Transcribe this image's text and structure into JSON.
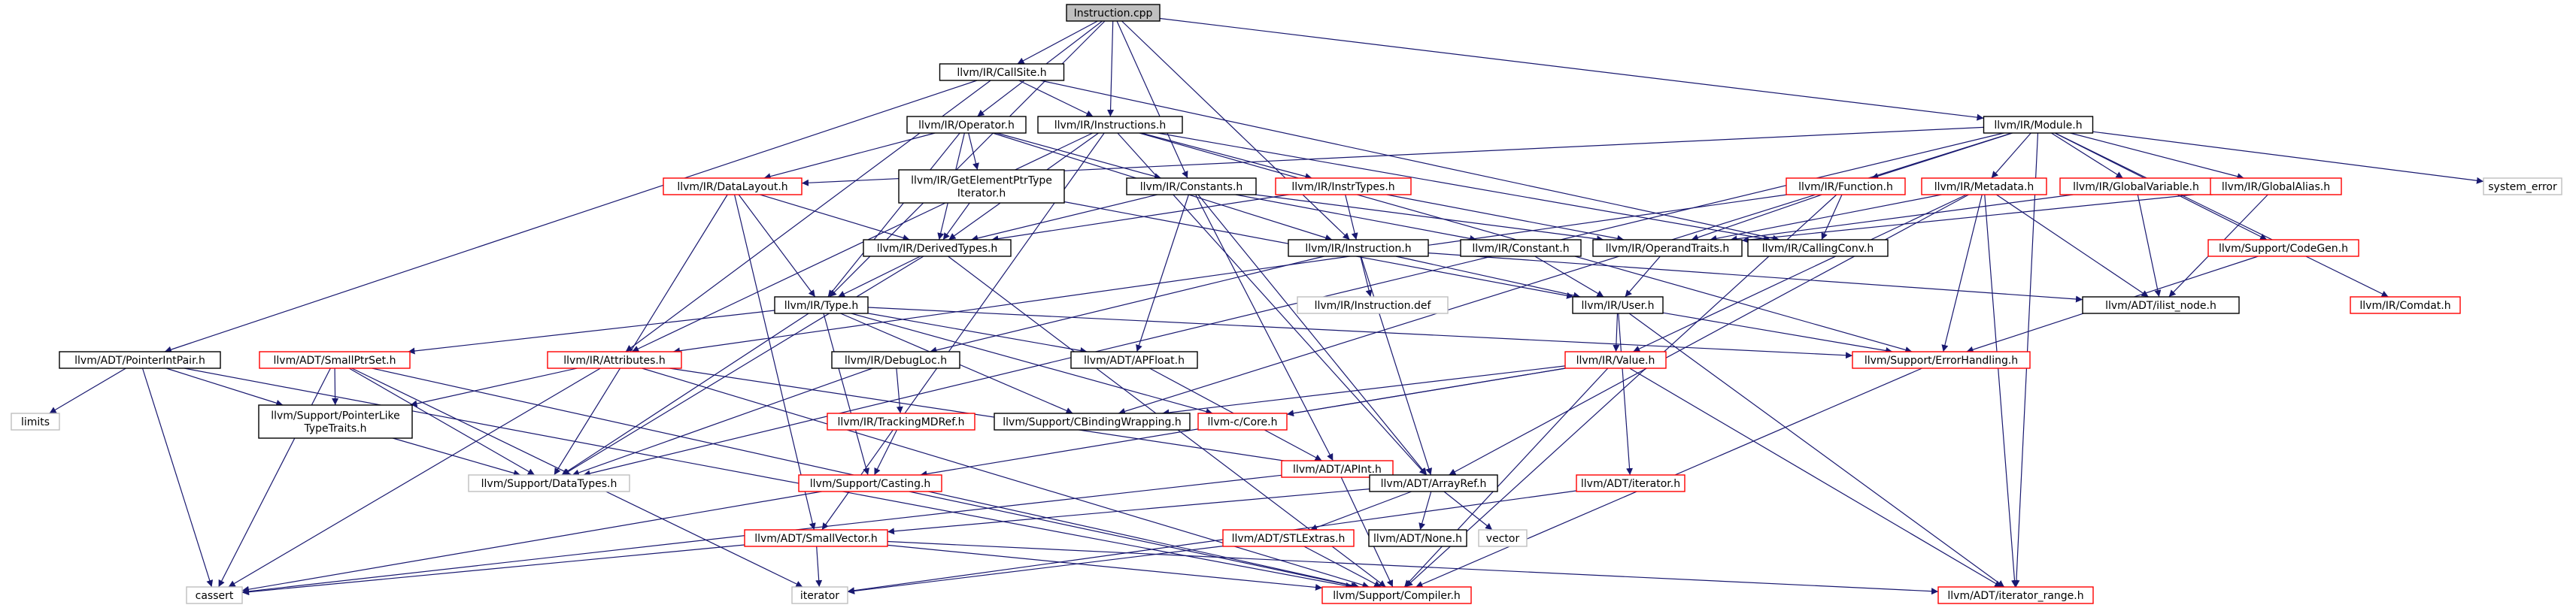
{
  "diagram": {
    "nodes": [
      {
        "id": "instruction_cpp",
        "label": [
          "Instruction.cpp"
        ],
        "style": "root"
      },
      {
        "id": "callsite_h",
        "label": [
          "llvm/IR/CallSite.h"
        ],
        "style": "black"
      },
      {
        "id": "instructions_h",
        "label": [
          "llvm/IR/Instructions.h"
        ],
        "style": "black"
      },
      {
        "id": "module_h",
        "label": [
          "llvm/IR/Module.h"
        ],
        "style": "black"
      },
      {
        "id": "operator_h",
        "label": [
          "llvm/IR/Operator.h"
        ],
        "style": "black"
      },
      {
        "id": "gep_iter_h",
        "label": [
          "llvm/IR/GetElementPtrType",
          "Iterator.h"
        ],
        "style": "black"
      },
      {
        "id": "datalayout_h",
        "label": [
          "llvm/IR/DataLayout.h"
        ],
        "style": "red"
      },
      {
        "id": "constants_h",
        "label": [
          "llvm/IR/Constants.h"
        ],
        "style": "black"
      },
      {
        "id": "instrtypes_h",
        "label": [
          "llvm/IR/InstrTypes.h"
        ],
        "style": "red"
      },
      {
        "id": "function_h",
        "label": [
          "llvm/IR/Function.h"
        ],
        "style": "red"
      },
      {
        "id": "metadata_h",
        "label": [
          "llvm/IR/Metadata.h"
        ],
        "style": "red"
      },
      {
        "id": "globalvariable_h",
        "label": [
          "llvm/IR/GlobalVariable.h"
        ],
        "style": "red"
      },
      {
        "id": "globalalias_h",
        "label": [
          "llvm/IR/GlobalAlias.h"
        ],
        "style": "red"
      },
      {
        "id": "system_error",
        "label": [
          "system_error"
        ],
        "style": "grey"
      },
      {
        "id": "derivedtypes_h",
        "label": [
          "llvm/IR/DerivedTypes.h"
        ],
        "style": "black"
      },
      {
        "id": "instruction_h",
        "label": [
          "llvm/IR/Instruction.h"
        ],
        "style": "black"
      },
      {
        "id": "constant_h",
        "label": [
          "llvm/IR/Constant.h"
        ],
        "style": "black"
      },
      {
        "id": "operandtraits_h",
        "label": [
          "llvm/IR/OperandTraits.h"
        ],
        "style": "black"
      },
      {
        "id": "callingconv_h",
        "label": [
          "llvm/IR/CallingConv.h"
        ],
        "style": "black"
      },
      {
        "id": "support_codegen_h",
        "label": [
          "llvm/Support/CodeGen.h"
        ],
        "style": "red"
      },
      {
        "id": "instruction_def",
        "label": [
          "llvm/IR/Instruction.def"
        ],
        "style": "grey"
      },
      {
        "id": "type_h",
        "label": [
          "llvm/IR/Type.h"
        ],
        "style": "black"
      },
      {
        "id": "user_h",
        "label": [
          "llvm/IR/User.h"
        ],
        "style": "black"
      },
      {
        "id": "ilist_node_h",
        "label": [
          "llvm/ADT/ilist_node.h"
        ],
        "style": "black"
      },
      {
        "id": "comdat_h",
        "label": [
          "llvm/IR/Comdat.h"
        ],
        "style": "red"
      },
      {
        "id": "pointerintpair_h",
        "label": [
          "llvm/ADT/PointerIntPair.h"
        ],
        "style": "black"
      },
      {
        "id": "smallptrset_h",
        "label": [
          "llvm/ADT/SmallPtrSet.h"
        ],
        "style": "red"
      },
      {
        "id": "attributes_h",
        "label": [
          "llvm/IR/Attributes.h"
        ],
        "style": "red"
      },
      {
        "id": "debugloc_h",
        "label": [
          "llvm/IR/DebugLoc.h"
        ],
        "style": "black"
      },
      {
        "id": "apfloat_h",
        "label": [
          "llvm/ADT/APFloat.h"
        ],
        "style": "black"
      },
      {
        "id": "value_h",
        "label": [
          "llvm/IR/Value.h"
        ],
        "style": "red"
      },
      {
        "id": "errorhandling_h",
        "label": [
          "llvm/Support/ErrorHandling.h"
        ],
        "style": "red"
      },
      {
        "id": "limits",
        "label": [
          "limits"
        ],
        "style": "grey"
      },
      {
        "id": "pointerliketypetraits_h",
        "label": [
          "llvm/Support/PointerLike",
          "TypeTraits.h"
        ],
        "style": "black"
      },
      {
        "id": "trackingmdref_h",
        "label": [
          "llvm/IR/TrackingMDRef.h"
        ],
        "style": "red"
      },
      {
        "id": "cbindingwrapping_h",
        "label": [
          "llvm/Support/CBindingWrapping.h"
        ],
        "style": "black"
      },
      {
        "id": "llvm_c_core_h",
        "label": [
          "llvm-c/Core.h"
        ],
        "style": "red"
      },
      {
        "id": "apint_h",
        "label": [
          "llvm/ADT/APInt.h"
        ],
        "style": "red"
      },
      {
        "id": "datatypes_h",
        "label": [
          "llvm/Support/DataTypes.h"
        ],
        "style": "grey"
      },
      {
        "id": "casting_h",
        "label": [
          "llvm/Support/Casting.h"
        ],
        "style": "red"
      },
      {
        "id": "arrayref_h",
        "label": [
          "llvm/ADT/ArrayRef.h"
        ],
        "style": "black"
      },
      {
        "id": "adt_iterator_h",
        "label": [
          "llvm/ADT/iterator.h"
        ],
        "style": "red"
      },
      {
        "id": "smallvector_h",
        "label": [
          "llvm/ADT/SmallVector.h"
        ],
        "style": "red"
      },
      {
        "id": "stlextras_h",
        "label": [
          "llvm/ADT/STLExtras.h"
        ],
        "style": "red"
      },
      {
        "id": "none_h",
        "label": [
          "llvm/ADT/None.h"
        ],
        "style": "black"
      },
      {
        "id": "vector",
        "label": [
          "vector"
        ],
        "style": "grey"
      },
      {
        "id": "cassert",
        "label": [
          "cassert"
        ],
        "style": "grey"
      },
      {
        "id": "iterator",
        "label": [
          "iterator"
        ],
        "style": "grey"
      },
      {
        "id": "compiler_h",
        "label": [
          "llvm/Support/Compiler.h"
        ],
        "style": "red"
      },
      {
        "id": "iterator_range_h",
        "label": [
          "llvm/ADT/iterator_range.h"
        ],
        "style": "red"
      }
    ],
    "edges": [
      [
        "instruction_cpp",
        "callsite_h"
      ],
      [
        "instruction_cpp",
        "instructions_h"
      ],
      [
        "instruction_cpp",
        "operator_h"
      ],
      [
        "instruction_cpp",
        "constants_h"
      ],
      [
        "instruction_cpp",
        "module_h"
      ],
      [
        "instruction_cpp",
        "type_h"
      ],
      [
        "instruction_cpp",
        "instruction_h"
      ],
      [
        "callsite_h",
        "instructions_h"
      ],
      [
        "callsite_h",
        "attributes_h"
      ],
      [
        "callsite_h",
        "callingconv_h"
      ],
      [
        "callsite_h",
        "pointerintpair_h"
      ],
      [
        "instructions_h",
        "derivedtypes_h"
      ],
      [
        "instructions_h",
        "instrtypes_h"
      ],
      [
        "instructions_h",
        "attributes_h"
      ],
      [
        "instructions_h",
        "callingconv_h"
      ],
      [
        "instructions_h",
        "errorhandling_h"
      ],
      [
        "instructions_h",
        "arrayref_h"
      ],
      [
        "instructions_h",
        "smallvector_h"
      ],
      [
        "operator_h",
        "gep_iter_h"
      ],
      [
        "operator_h",
        "datalayout_h"
      ],
      [
        "operator_h",
        "constants_h"
      ],
      [
        "operator_h",
        "derivedtypes_h"
      ],
      [
        "operator_h",
        "instruction_h"
      ],
      [
        "operator_h",
        "type_h"
      ],
      [
        "gep_iter_h",
        "derivedtypes_h"
      ],
      [
        "gep_iter_h",
        "user_h"
      ],
      [
        "datalayout_h",
        "derivedtypes_h"
      ],
      [
        "datalayout_h",
        "type_h"
      ],
      [
        "datalayout_h",
        "datatypes_h"
      ],
      [
        "datalayout_h",
        "smallvector_h"
      ],
      [
        "constants_h",
        "derivedtypes_h"
      ],
      [
        "constants_h",
        "constant_h"
      ],
      [
        "constants_h",
        "operandtraits_h"
      ],
      [
        "constants_h",
        "apfloat_h"
      ],
      [
        "constants_h",
        "apint_h"
      ],
      [
        "constants_h",
        "arrayref_h"
      ],
      [
        "instrtypes_h",
        "derivedtypes_h"
      ],
      [
        "instrtypes_h",
        "instruction_h"
      ],
      [
        "instrtypes_h",
        "operandtraits_h"
      ],
      [
        "module_h",
        "function_h"
      ],
      [
        "module_h",
        "metadata_h"
      ],
      [
        "module_h",
        "globalvariable_h"
      ],
      [
        "module_h",
        "globalalias_h"
      ],
      [
        "module_h",
        "support_codegen_h"
      ],
      [
        "module_h",
        "comdat_h"
      ],
      [
        "module_h",
        "datalayout_h"
      ],
      [
        "module_h",
        "system_error"
      ],
      [
        "module_h",
        "cbindingwrapping_h"
      ],
      [
        "module_h",
        "datatypes_h"
      ],
      [
        "module_h",
        "iterator_range_h"
      ],
      [
        "function_h",
        "callingconv_h"
      ],
      [
        "function_h",
        "operandtraits_h"
      ],
      [
        "function_h",
        "attributes_h"
      ],
      [
        "function_h",
        "compiler_h"
      ],
      [
        "metadata_h",
        "operandtraits_h"
      ],
      [
        "metadata_h",
        "ilist_node_h"
      ],
      [
        "metadata_h",
        "value_h"
      ],
      [
        "metadata_h",
        "errorhandling_h"
      ],
      [
        "metadata_h",
        "arrayref_h"
      ],
      [
        "metadata_h",
        "iterator_range_h"
      ],
      [
        "globalvariable_h",
        "operandtraits_h"
      ],
      [
        "globalvariable_h",
        "ilist_node_h"
      ],
      [
        "globalalias_h",
        "operandtraits_h"
      ],
      [
        "globalalias_h",
        "ilist_node_h"
      ],
      [
        "support_codegen_h",
        "errorhandling_h"
      ],
      [
        "derivedtypes_h",
        "type_h"
      ],
      [
        "derivedtypes_h",
        "datatypes_h"
      ],
      [
        "derivedtypes_h",
        "compiler_h"
      ],
      [
        "instruction_h",
        "user_h"
      ],
      [
        "instruction_h",
        "instruction_def"
      ],
      [
        "instruction_h",
        "ilist_node_h"
      ],
      [
        "instruction_h",
        "debugloc_h"
      ],
      [
        "instruction_h",
        "arrayref_h"
      ],
      [
        "constant_h",
        "user_h"
      ],
      [
        "operandtraits_h",
        "user_h"
      ],
      [
        "type_h",
        "smallptrset_h"
      ],
      [
        "type_h",
        "apfloat_h"
      ],
      [
        "type_h",
        "cbindingwrapping_h"
      ],
      [
        "type_h",
        "llvm_c_core_h"
      ],
      [
        "type_h",
        "casting_h"
      ],
      [
        "type_h",
        "datatypes_h"
      ],
      [
        "type_h",
        "errorhandling_h"
      ],
      [
        "user_h",
        "value_h"
      ],
      [
        "user_h",
        "errorhandling_h"
      ],
      [
        "user_h",
        "adt_iterator_h"
      ],
      [
        "user_h",
        "iterator_range_h"
      ],
      [
        "pointerintpair_h",
        "limits"
      ],
      [
        "pointerintpair_h",
        "pointerliketypetraits_h"
      ],
      [
        "pointerintpair_h",
        "cassert"
      ],
      [
        "pointerintpair_h",
        "compiler_h"
      ],
      [
        "smallptrset_h",
        "pointerliketypetraits_h"
      ],
      [
        "smallptrset_h",
        "datatypes_h"
      ],
      [
        "smallptrset_h",
        "cassert"
      ],
      [
        "smallptrset_h",
        "iterator"
      ],
      [
        "smallptrset_h",
        "compiler_h"
      ],
      [
        "attributes_h",
        "pointerliketypetraits_h"
      ],
      [
        "attributes_h",
        "arrayref_h"
      ],
      [
        "attributes_h",
        "cassert"
      ],
      [
        "attributes_h",
        "compiler_h"
      ],
      [
        "debugloc_h",
        "trackingmdref_h"
      ],
      [
        "debugloc_h",
        "datatypes_h"
      ],
      [
        "apfloat_h",
        "apint_h"
      ],
      [
        "value_h",
        "cbindingwrapping_h"
      ],
      [
        "value_h",
        "llvm_c_core_h"
      ],
      [
        "value_h",
        "casting_h"
      ],
      [
        "value_h",
        "compiler_h"
      ],
      [
        "value_h",
        "iterator_range_h"
      ],
      [
        "pointerliketypetraits_h",
        "datatypes_h"
      ],
      [
        "trackingmdref_h",
        "casting_h"
      ],
      [
        "apint_h",
        "arrayref_h"
      ],
      [
        "apint_h",
        "compiler_h"
      ],
      [
        "apint_h",
        "cassert"
      ],
      [
        "casting_h",
        "cassert"
      ],
      [
        "casting_h",
        "compiler_h"
      ],
      [
        "arrayref_h",
        "smallvector_h"
      ],
      [
        "arrayref_h",
        "stlextras_h"
      ],
      [
        "arrayref_h",
        "none_h"
      ],
      [
        "arrayref_h",
        "vector"
      ],
      [
        "adt_iterator_h",
        "iterator"
      ],
      [
        "smallvector_h",
        "cassert"
      ],
      [
        "smallvector_h",
        "iterator"
      ],
      [
        "smallvector_h",
        "compiler_h"
      ],
      [
        "smallvector_h",
        "iterator_range_h"
      ],
      [
        "stlextras_h",
        "iterator"
      ],
      [
        "stlextras_h",
        "compiler_h"
      ],
      [
        "errorhandling_h",
        "compiler_h"
      ]
    ]
  }
}
